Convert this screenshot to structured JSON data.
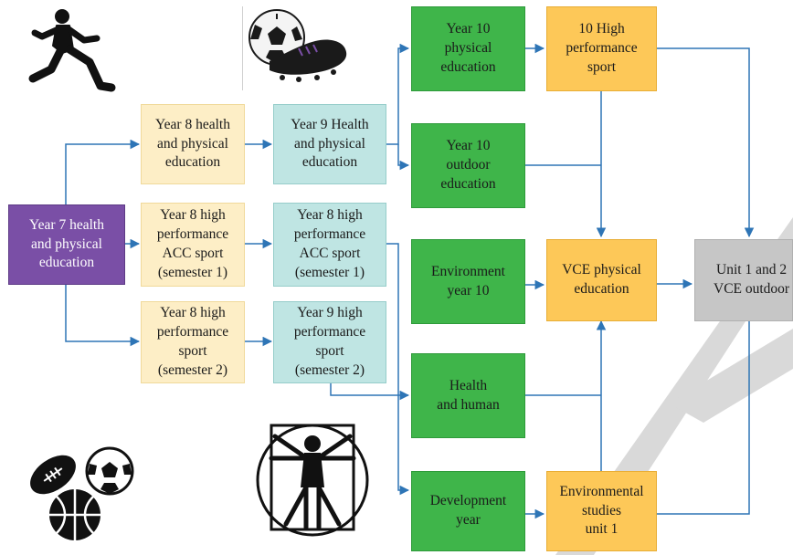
{
  "colors": {
    "arrow": "#2e75b6",
    "purple": "#7a4fa6",
    "cream": "#fdeec6",
    "teal": "#bfe5e3",
    "green": "#3fb54a",
    "yellow": "#fdc858",
    "grey": "#c6c6c6"
  },
  "boxes": {
    "year7": "Year 7 health\nand physical\neducation",
    "year8_hpe": "Year 8 health\nand physical\neducation",
    "year8_acc": "Year 8 high\nperformance\nACC sport\n(semester 1)",
    "year8_sport": "Year 8 high\nperformance\nsport\n(semester 2)",
    "year9_hpe": "Year 9 Health\nand physical\neducation",
    "year9_acc": "Year 8 high\nperformance\nACC sport\n(semester 1)",
    "year9_sport": "Year 9 high\nperformance\nsport\n(semester 2)",
    "year10_pe": "Year 10\nphysical\neducation",
    "year10_outdoor": "Year 10\noutdoor\neducation",
    "environment10": "Environment\nyear 10",
    "health_human": "Health\nand human",
    "development": "Development\nyear",
    "high_perf10": "10 High\nperformance\nsport",
    "vce_pe": "VCE physical\neducation",
    "env_studies": "Environmental\nstudies\nunit 1",
    "unit12": "Unit 1 and 2\nVCE outdoor"
  },
  "icons": {
    "runner": "runner-silhouette-icon",
    "soccer_boot": "soccer-ball-and-boot-icon",
    "balls": "sports-balls-icon",
    "vitruvian": "vitruvian-man-icon"
  }
}
